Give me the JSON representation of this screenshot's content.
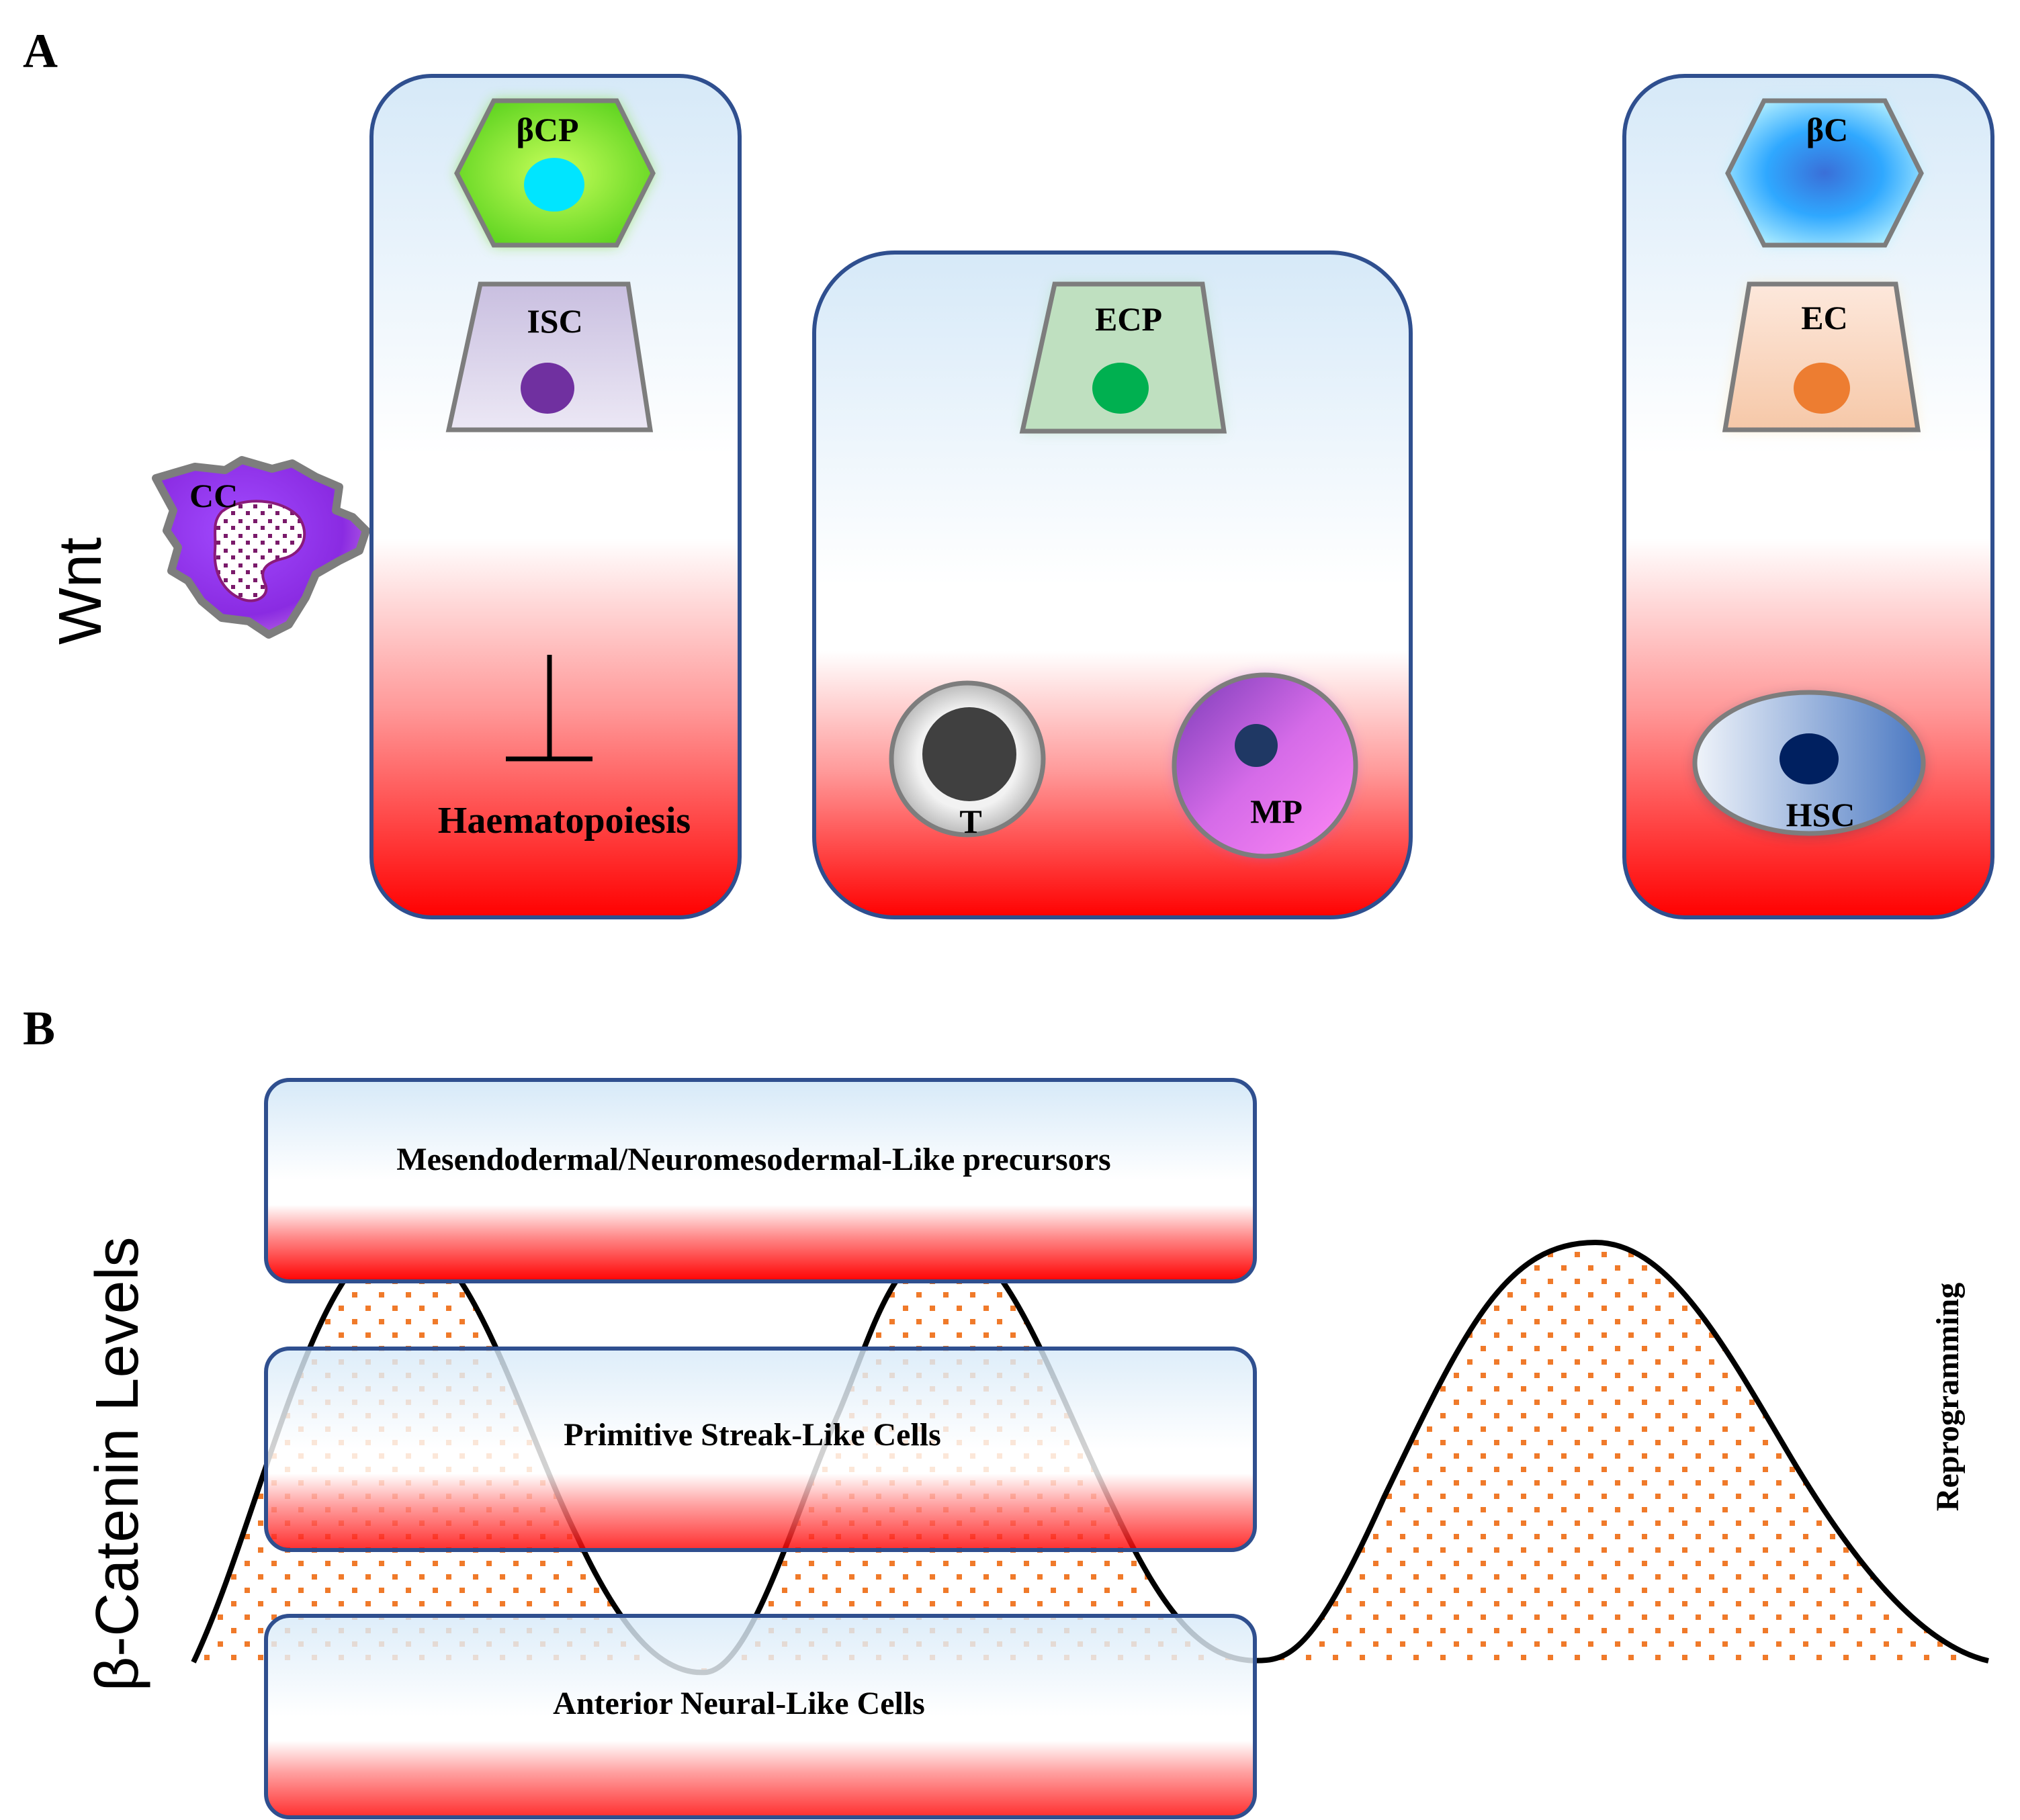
{
  "panel_a": {
    "label": "A",
    "y_axis_label": "Wnt",
    "cancer_cell": {
      "label": "CC"
    },
    "box_left": {
      "top_cell": {
        "label": "βCP"
      },
      "middle_cell": {
        "label": "ISC"
      },
      "inhibition_target": "Haematopoiesis"
    },
    "box_middle": {
      "top_cell": {
        "label": "ECP"
      },
      "bottom_left_cell": {
        "label": "T"
      },
      "bottom_right_cell": {
        "label": "MP"
      }
    },
    "box_right": {
      "top_cell": {
        "label": "βC"
      },
      "middle_cell": {
        "label": "EC"
      },
      "bottom_cell": {
        "label": "HSC"
      }
    }
  },
  "panel_b": {
    "label": "B",
    "y_axis_label": "β-Catenin Levels",
    "bands": [
      {
        "label": "Mesendodermal/Neuromesodermal-Like precursors"
      },
      {
        "label": "Primitive Streak-Like Cells"
      },
      {
        "label": "Anterior Neural-Like Cells"
      }
    ],
    "reprogramming_label": "Reprogramming"
  },
  "colors": {
    "box_border": "#2f4f8f",
    "gradient_top": "#d6e9f8",
    "gradient_bottom": "#ff0000",
    "curve_fill_dots": "#f07a2a"
  }
}
